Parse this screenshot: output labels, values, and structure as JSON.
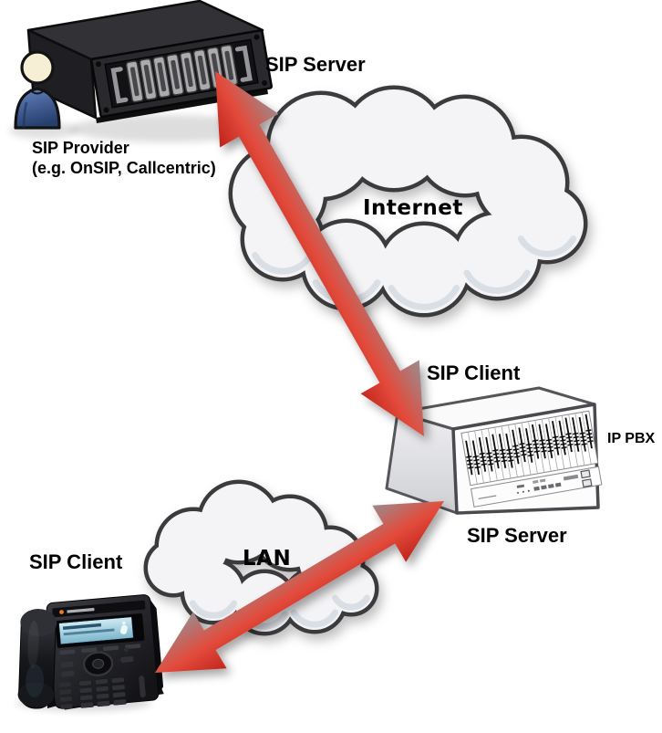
{
  "labels": {
    "provider_server": "SIP Server",
    "provider_caption_line1": "SIP Provider",
    "provider_caption_line2": "(e.g. OnSIP, Callcentric)",
    "internet": "Internet",
    "pbx_client": "SIP Client",
    "pbx_device": "IP PBX",
    "pbx_server": "SIP Server",
    "lan": "LAN",
    "phone_client": "SIP Client"
  },
  "nodes": [
    {
      "id": "provider-server",
      "kind": "rack-server",
      "role_label": "SIP Server",
      "caption": "SIP Provider (e.g. OnSIP, Callcentric)"
    },
    {
      "id": "internet-cloud",
      "kind": "cloud",
      "label": "Internet"
    },
    {
      "id": "ip-pbx",
      "kind": "pbx-appliance",
      "label": "IP PBX",
      "label_top": "SIP Client",
      "label_bottom": "SIP Server"
    },
    {
      "id": "lan-cloud",
      "kind": "cloud",
      "label": "LAN"
    },
    {
      "id": "ip-phone",
      "kind": "desk-phone",
      "role_label": "SIP Client"
    }
  ],
  "connections": [
    {
      "from": "provider-server",
      "to": "ip-pbx",
      "via": "internet-cloud",
      "bidirectional": true,
      "style": "red-arrow"
    },
    {
      "from": "ip-pbx",
      "to": "ip-phone",
      "via": "lan-cloud",
      "bidirectional": true,
      "style": "red-arrow"
    }
  ],
  "colors": {
    "background": "#ffffff",
    "arrow_red_deep": "#c2251c",
    "arrow_red_bright": "#e34b3c",
    "arrow_gray_flank": "#9b8a8c",
    "cloud_fill": "#f4f4f6",
    "cloud_stroke": "#3a3a3c",
    "cloud_inner_shade": "#d9dee6",
    "server_body": "#1f1f23",
    "server_slot": "#ababad",
    "person_blue": "#43609c",
    "person_head": "#f6efd6",
    "pbx_fill": "#fbfbfc",
    "pbx_edge": "#4a4a4e",
    "phone_body": "#232327",
    "phone_lcd": "#a9d3e2",
    "label_text": "#000000"
  }
}
